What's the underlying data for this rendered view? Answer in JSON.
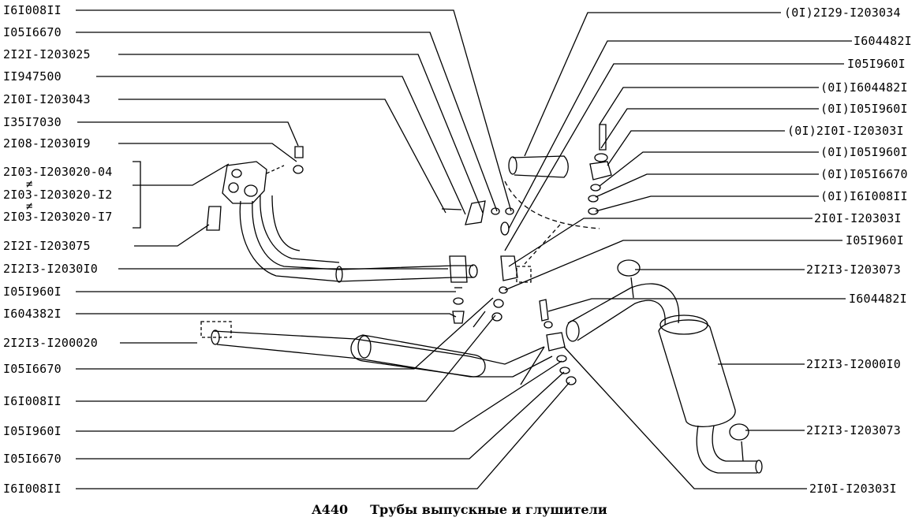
{
  "caption": {
    "code": "A440",
    "title": "Трубы выпускные и глушители"
  },
  "labels_left": [
    "I6I008II",
    "I05I6670",
    "2I2I-I203025",
    "II947500",
    "2I0I-I203043",
    "I35I7030",
    "2I08-I2030I9",
    "2I03-I203020-04",
    "2I03-I203020-I2",
    "2I03-I203020-I7",
    "2I2I-I203075",
    "2I2I3-I2030I0",
    "I05I960I",
    "I604382I",
    "2I2I3-I200020",
    "I05I6670",
    "I6I008II",
    "I05I960I",
    "I05I6670",
    "I6I008II"
  ],
  "labels_right": [
    "(0I)2I29-I203034",
    "I604482I",
    "I05I960I",
    "(0I)I604482I",
    "(0I)I05I960I",
    "(0I)2I0I-I20303I",
    "(0I)I05I960I",
    "(0I)I05I6670",
    "(0I)I6I008II",
    "2I0I-I20303I",
    "I05I960I",
    "2I2I3-I203073",
    "I604482I",
    "2I2I3-I2000I0",
    "2I2I3-I203073",
    "2I0I-I20303I"
  ],
  "symbols": {
    "not_equal": "≠"
  }
}
